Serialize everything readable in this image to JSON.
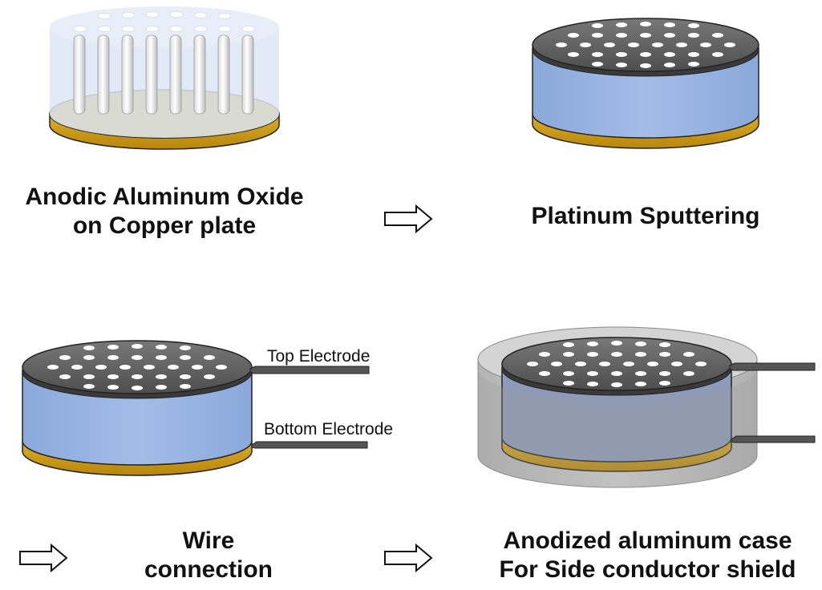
{
  "steps": [
    {
      "line1": "Anodic Aluminum Oxide",
      "line2": "on Copper plate"
    },
    {
      "line1": "Platinum Sputtering"
    },
    {
      "line1": "Wire",
      "line2": "connection"
    },
    {
      "line1": "Anodized aluminum case",
      "line2": "For Side conductor shield"
    }
  ],
  "labels": {
    "top_electrode": "Top Electrode",
    "bottom_electrode": "Bottom Electrode"
  },
  "colors": {
    "alumina": "#dce6f4",
    "pillar": "#f2f2f2",
    "copper": "#c89a12",
    "platinum": "#5f5f5f",
    "film": "#93b1e0",
    "case": "#c0c0c0",
    "outline": "#222222"
  },
  "icons": [
    "hollow-right-arrow-icon"
  ]
}
